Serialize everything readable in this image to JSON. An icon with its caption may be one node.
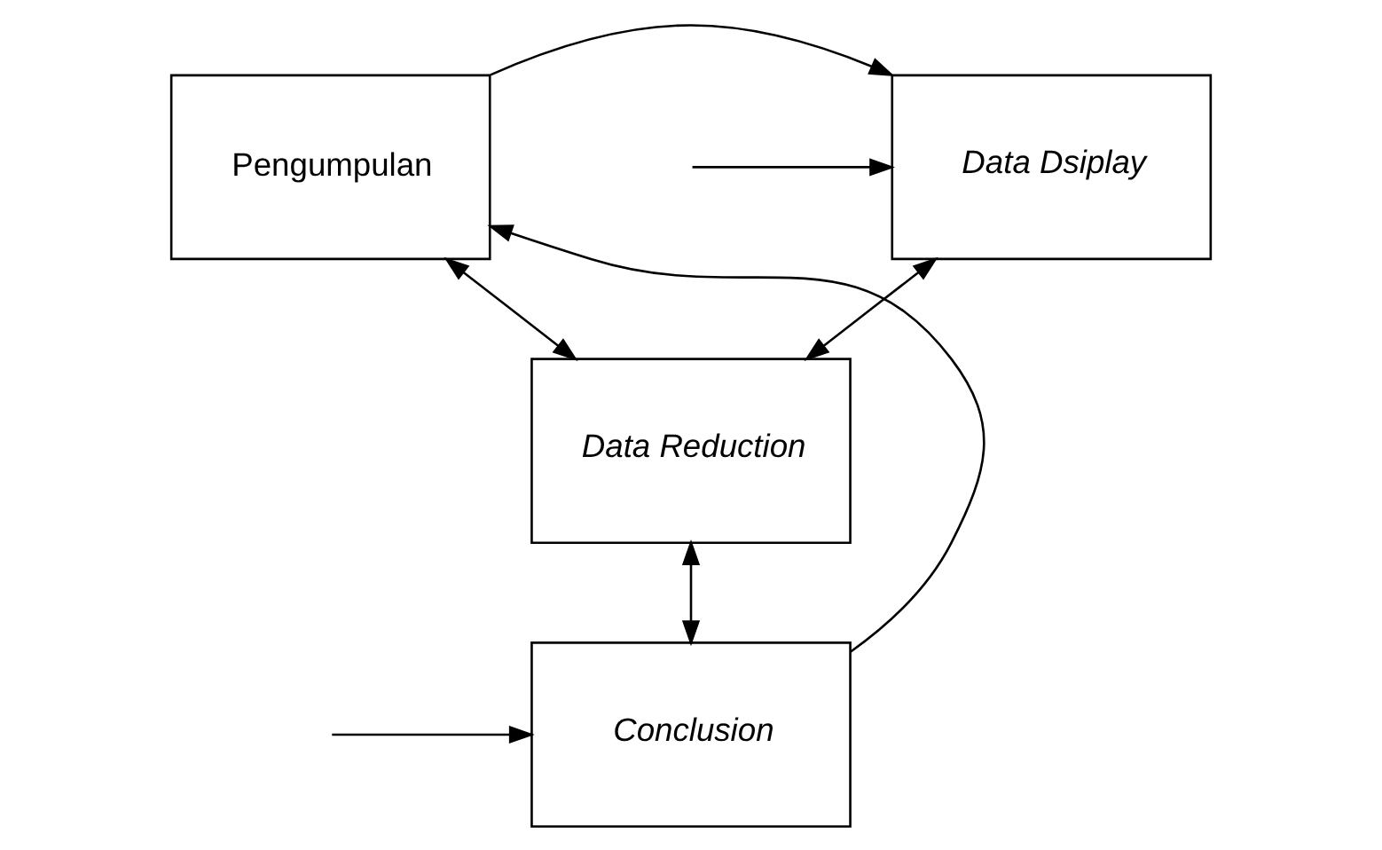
{
  "diagram": {
    "nodes": [
      {
        "text": [
          "Pengumpulan"
        ]
      },
      {
        "text": [
          "Data Dsiplay"
        ]
      },
      {
        "text": [
          "Data Reduction"
        ]
      },
      {
        "text": [
          "Conclusion"
        ]
      }
    ],
    "edges": [
      {
        "from": 0,
        "to": 1,
        "arrow": "to"
      },
      {
        "from": 0,
        "to": 2,
        "arrow": "both"
      },
      {
        "from": 1,
        "to": 2,
        "arrow": "both"
      },
      {
        "from": 2,
        "to": 3,
        "arrow": "both"
      },
      {
        "from": 3,
        "to": 0,
        "arrow": "to"
      },
      {
        "from": null,
        "to": 1,
        "arrow": "to"
      },
      {
        "from": null,
        "to": 3,
        "arrow": "to"
      }
    ]
  }
}
